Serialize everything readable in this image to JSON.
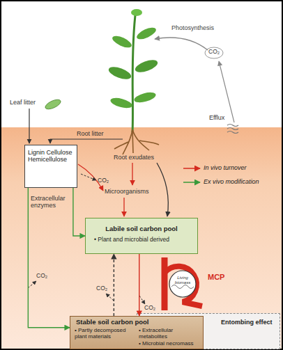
{
  "diagram": {
    "nodes": [
      {
        "text": [
          "Lignin Cellulose Hemicellulose"
        ]
      },
      {
        "text": [
          "Labile soil carbon pool",
          "• Plant and microbial derived"
        ]
      },
      {
        "text": [
          "Stable soil carbon pool",
          "• Partly decomposed plant materials",
          "• Extracellular metabolites",
          "• Microbial necromass"
        ]
      },
      {
        "text": [
          "Entombing effect"
        ]
      }
    ],
    "edges": [
      {
        "from": 0,
        "to": 1,
        "arrow": "to"
      },
      {
        "from": 0,
        "to": 2,
        "arrow": "to"
      },
      {
        "from": 1,
        "to": 2,
        "arrow": "to"
      },
      {
        "from": 2,
        "to": 1,
        "arrow": "to"
      }
    ],
    "labels": [
      "Photosynthesis",
      "CO₂",
      "Efflux",
      "Leaf litter",
      "Root litter",
      "Root exudates",
      "CO₂",
      "Microorganisms",
      "Extracellular enzymes",
      "CO₂",
      "CO₂",
      "CO₂",
      "MCP",
      "Living biomass"
    ],
    "legend": [
      {
        "text": "In vivo turnover"
      },
      {
        "text": "Ex vivo modification"
      }
    ]
  }
}
